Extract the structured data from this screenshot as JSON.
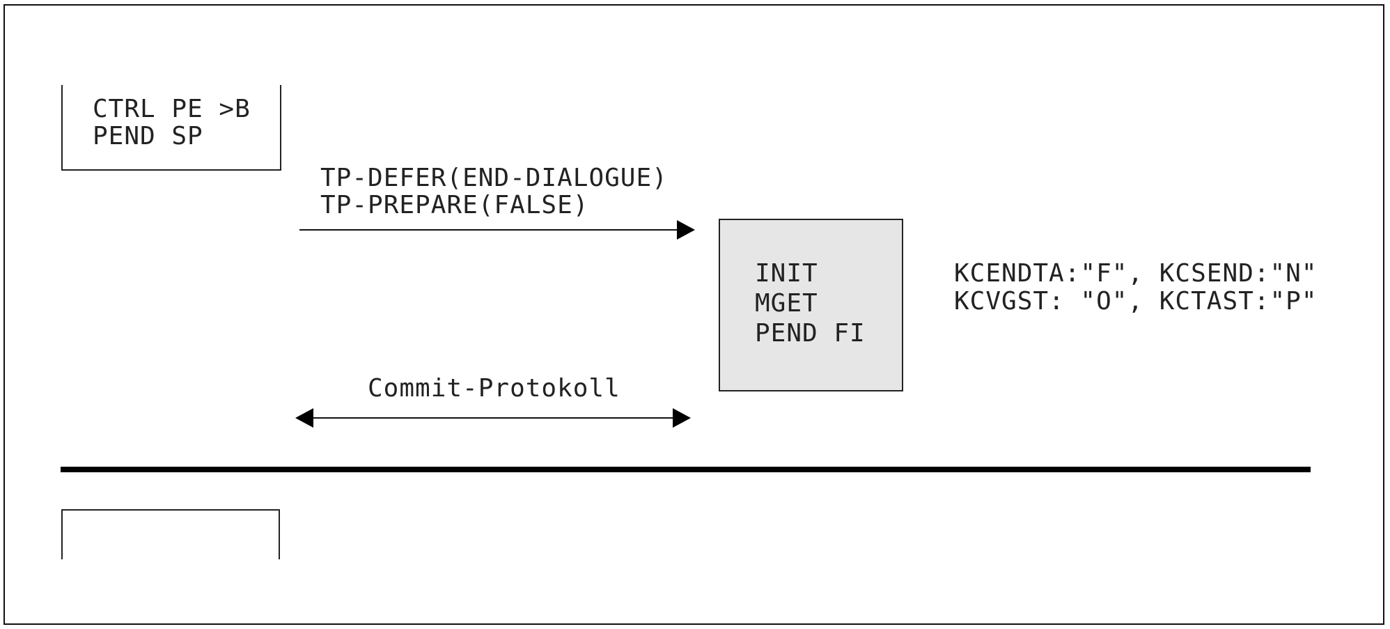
{
  "left_box": {
    "line1": "CTRL PE >B",
    "line2": "PEND SP"
  },
  "message": {
    "line1": "TP-DEFER(END-DIALOGUE)",
    "line2": "TP-PREPARE(FALSE)"
  },
  "center_box": {
    "line1": "INIT",
    "line2": "MGET",
    "line3": "PEND FI"
  },
  "status": {
    "line1": "KCENDTA:\"F\", KCSEND:\"N\"",
    "line2": "KCVGST: \"O\", KCTAST:\"P\""
  },
  "commit_label": "Commit-Protokoll",
  "colors": {
    "center_box_fill": "#e6e6e6",
    "line": "#000000"
  }
}
